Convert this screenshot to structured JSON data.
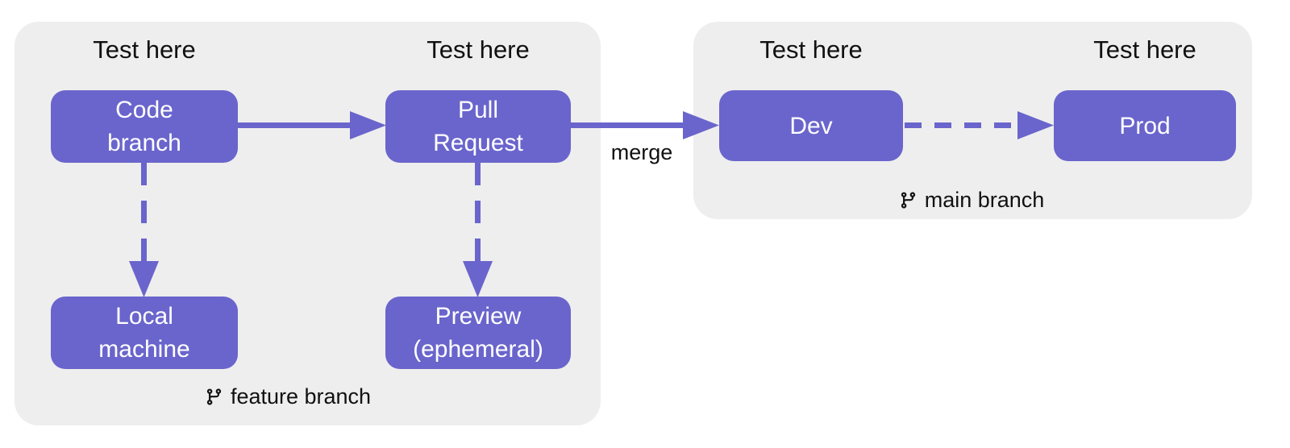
{
  "diagram": {
    "background": "#FFFFFF",
    "colors": {
      "node_fill": "#6A65CC",
      "edge_stroke": "#6A65CC",
      "container_fill": "#EEEEEE",
      "node_text": "#FFFFFF",
      "label_text": "#111111"
    },
    "test_labels": [
      "Test here",
      "Test here",
      "Test here",
      "Test here"
    ],
    "nodes": {
      "code_branch": "Code\nbranch",
      "pull_request": "Pull\nRequest",
      "local_machine": "Local\nmachine",
      "preview": "Preview\n(ephemeral)",
      "dev": "Dev",
      "prod": "Prod"
    },
    "containers": [
      {
        "id": "feature",
        "branch_label": "feature branch",
        "icon": "git-branch-icon"
      },
      {
        "id": "main",
        "branch_label": "main branch",
        "icon": "git-branch-icon"
      }
    ],
    "edge_labels": {
      "merge": "merge"
    },
    "edges": [
      {
        "from": "Code branch",
        "to": "Pull Request",
        "style": "solid",
        "label": ""
      },
      {
        "from": "Pull Request",
        "to": "Dev",
        "style": "solid",
        "label": "merge"
      },
      {
        "from": "Dev",
        "to": "Prod",
        "style": "dashed",
        "label": ""
      },
      {
        "from": "Code branch",
        "to": "Local machine",
        "style": "dashed",
        "label": ""
      },
      {
        "from": "Pull Request",
        "to": "Preview (ephemeral)",
        "style": "dashed",
        "label": ""
      }
    ]
  }
}
